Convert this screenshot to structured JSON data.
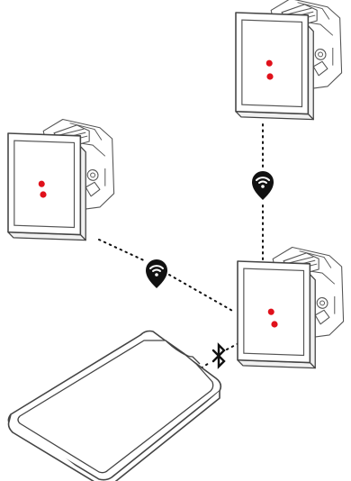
{
  "colors": {
    "led": "#e0111b",
    "outline": "#444444",
    "connector": "#111111",
    "pin_icon": "#111111",
    "background": "#ffffff"
  },
  "nodes": [
    {
      "id": "switch-left",
      "kind": "wall-switch",
      "indicator": "red-led"
    },
    {
      "id": "switch-top-right",
      "kind": "wall-switch",
      "indicator": "red-led"
    },
    {
      "id": "switch-bottom-right",
      "kind": "wall-switch",
      "indicator": "red-led"
    },
    {
      "id": "smartphone",
      "kind": "phone"
    }
  ],
  "connections": [
    {
      "from": "switch-left",
      "to": "switch-bottom-right",
      "type": "wifi",
      "icon": "wifi-pin-icon"
    },
    {
      "from": "switch-top-right",
      "to": "switch-bottom-right",
      "type": "wifi",
      "icon": "wifi-pin-icon"
    },
    {
      "from": "smartphone",
      "to": "switch-bottom-right",
      "type": "bluetooth",
      "icon": "bluetooth-icon"
    }
  ]
}
